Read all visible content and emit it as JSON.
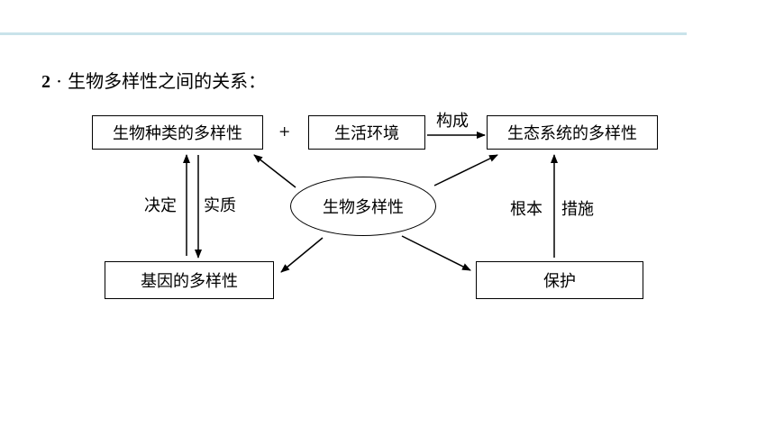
{
  "heading": {
    "number": "2",
    "sep": "·",
    "text": "生物多样性之间的关系："
  },
  "nodes": {
    "species": "生物种类的多样性",
    "plus": "+",
    "environment": "生活环境",
    "ecosystem": "生态系统的多样性",
    "center": "生物多样性",
    "gene": "基因的多样性",
    "protect": "保护"
  },
  "edge_labels": {
    "compose": "构成",
    "decide": "决定",
    "essence": "实质",
    "fundamental": "根本",
    "measure": "措施"
  }
}
